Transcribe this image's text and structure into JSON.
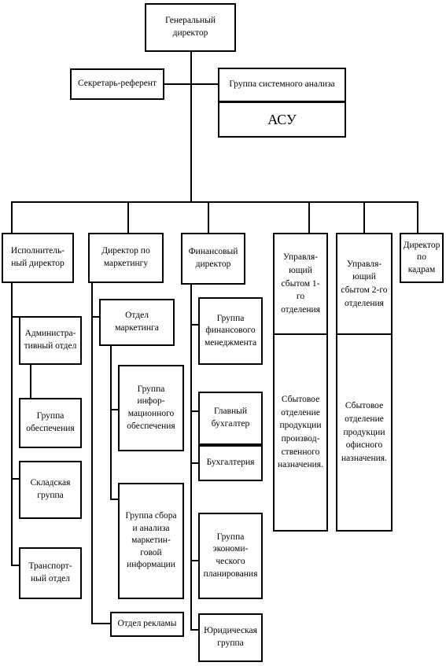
{
  "top": {
    "general_director": "Генеральный\nдиректор",
    "secretary": "Секретарь-референт",
    "system_analysis_group": "Группа системного анализа",
    "asu": "АСУ"
  },
  "directors": {
    "executive": "Исполнитель-\nный директор",
    "marketing": "Директор по\nмаркетингу",
    "finance": "Финансовый\nдиректор",
    "sales_1": "Управля-\nющий\nсбытом 1-го\nотделения",
    "sales_1_dept": "Сбытовое\nотделение\nпродукции\nпроизвод-\nственного\nназначения.",
    "sales_2": "Управля-\nющий\nсбытом 2-го\nотделения",
    "sales_2_dept": "Сбытовое\nотделение\nпродукции\nофисного\nназначения.",
    "hr": "Директор\nпо кадрам"
  },
  "executive_units": {
    "admin": "Администра-\nтивный отдел",
    "supply": "Группа\nобеспечения",
    "warehouse": "Складская\nгруппа",
    "transport": "Транспорт-\nный отдел"
  },
  "marketing_units": {
    "marketing_dept": "Отдел\nмаркетинга",
    "info_support": "Группа\nинфор-\nмационного\nобеспечения",
    "collection": "Группа сбора\nи анализа\nмаркетин-\nговой\nинформации",
    "advertising": "Отдел рекламы"
  },
  "finance_units": {
    "fin_mgmt": "Группа\nфинансового\nменеджмента",
    "chief_accountant": "Главный\nбухгалтер",
    "accounting": "Бухгалтерия",
    "econ_planning": "Группа\nэкономи-\nческого\nпланирования",
    "legal": "Юридическая\nгруппа"
  }
}
